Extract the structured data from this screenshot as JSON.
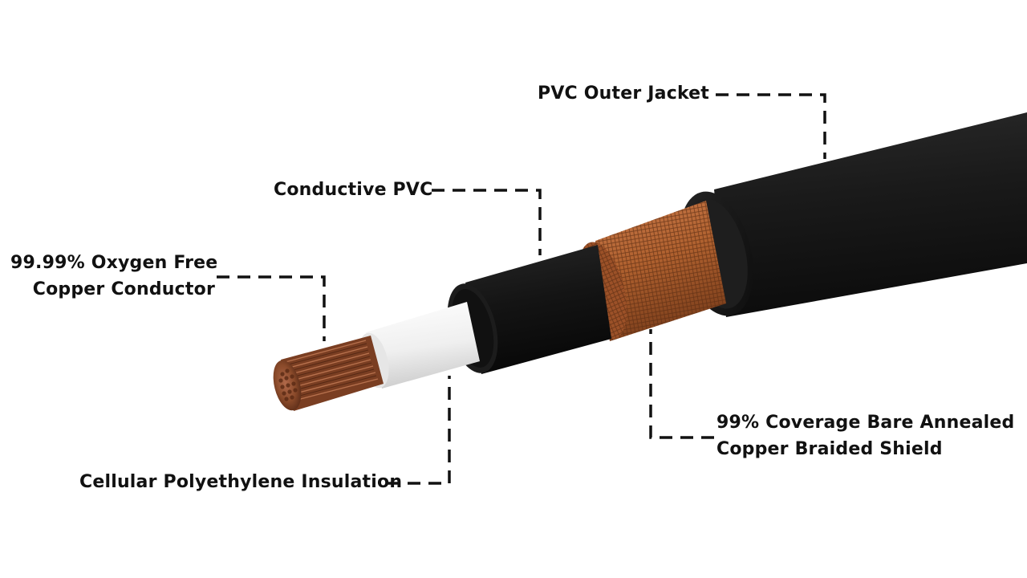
{
  "labels": {
    "outer_jacket": "PVC Outer Jacket",
    "conductive": "Conductive PVC",
    "conductor_line1": "99.99% Oxygen Free",
    "conductor_line2": "Copper Conductor",
    "insulation": "Cellular Polyethylene Insulation",
    "shield_line1": "99% Coverage Bare Annealed",
    "shield_line2": "Copper Braided Shield"
  },
  "colors": {
    "jacket": "#1b1b1b",
    "conductive": "#141414",
    "insulation": "#f4f4f4",
    "braid": "#b8683a",
    "copper": "#8a4a2a",
    "text": "#111111"
  }
}
